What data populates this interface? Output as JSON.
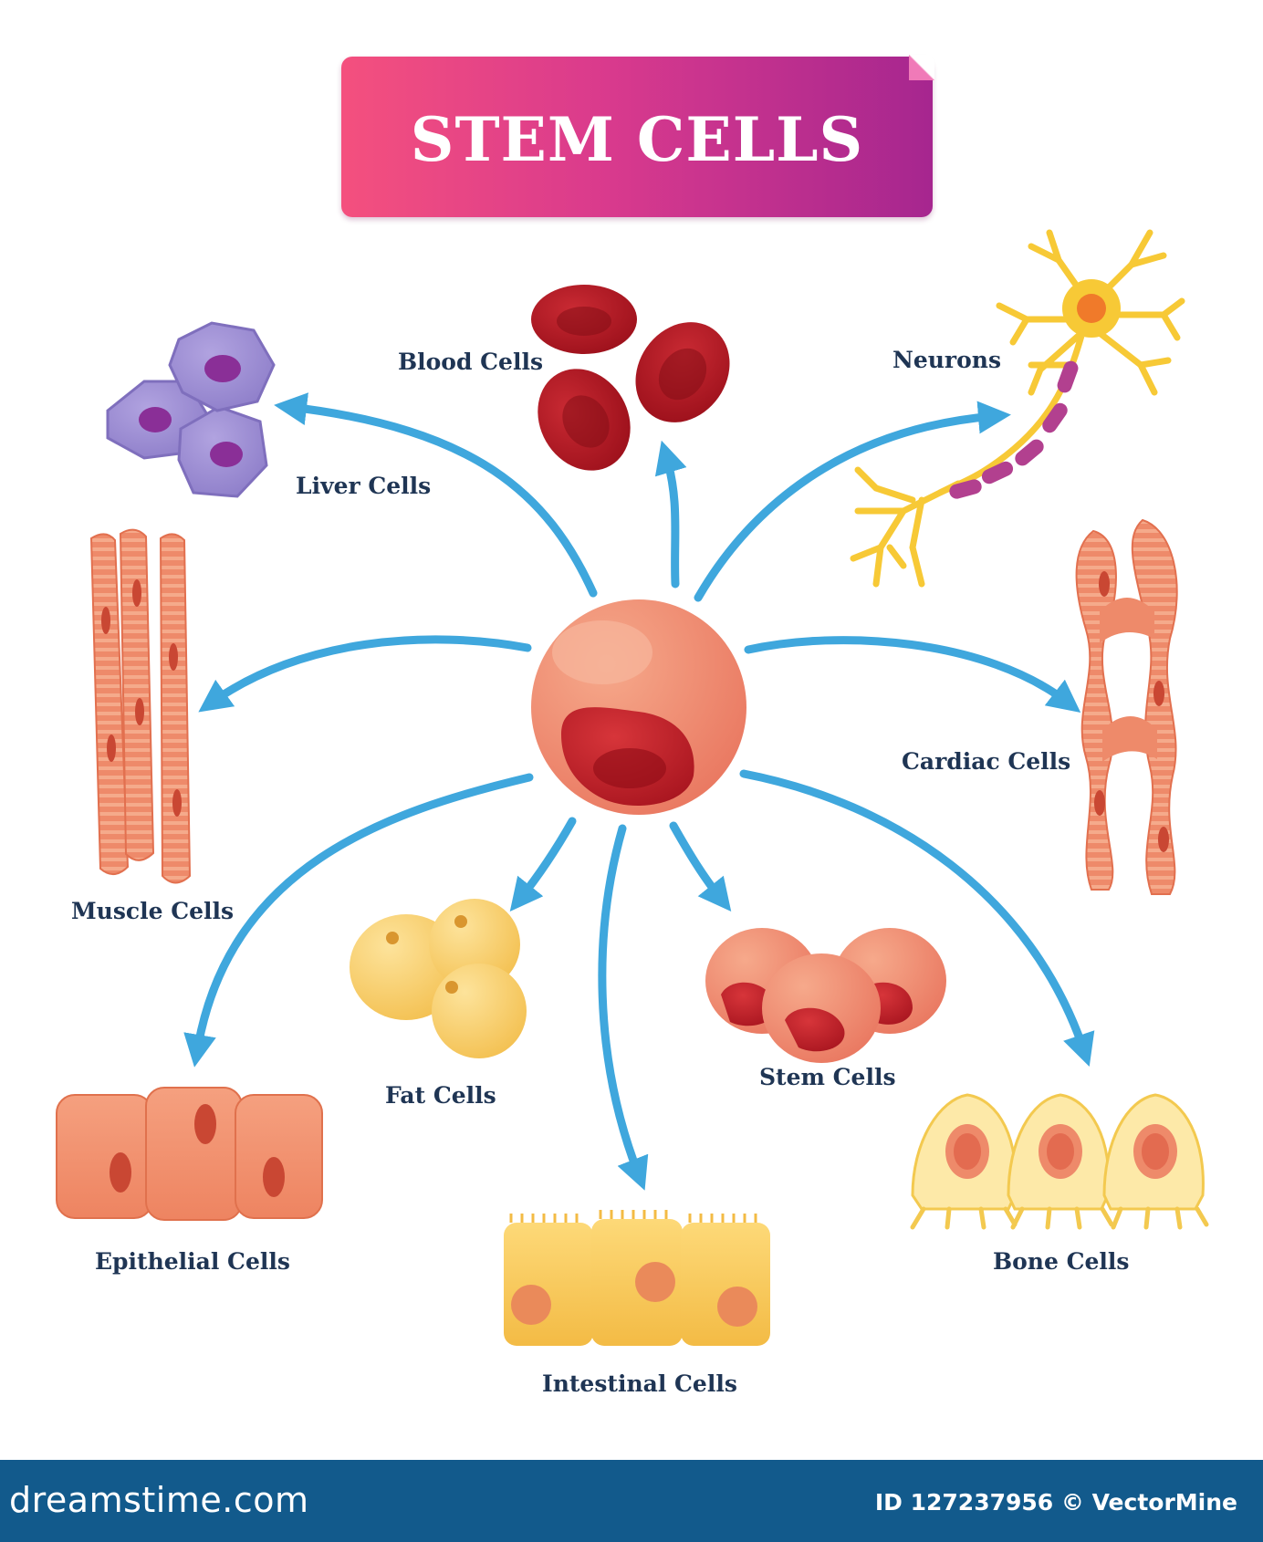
{
  "title": "STEM CELLS",
  "labels": {
    "blood": "Blood Cells",
    "neurons": "Neurons",
    "liver": "Liver Cells",
    "muscle": "Muscle Cells",
    "cardiac": "Cardiac Cells",
    "fat": "Fat Cells",
    "stem": "Stem Cells",
    "epithelial": "Epithelial Cells",
    "intestinal": "Intestinal Cells",
    "bone": "Bone Cells"
  },
  "footer": {
    "site": "dreamstime.com",
    "id": "ID 127237956 © VectorMine"
  },
  "colors": {
    "arrow": "#3fa7dd",
    "label_text": "#1f3554",
    "footer_bg": "#125a8c",
    "banner_start": "#f4507e",
    "banner_end": "#a6268f"
  }
}
